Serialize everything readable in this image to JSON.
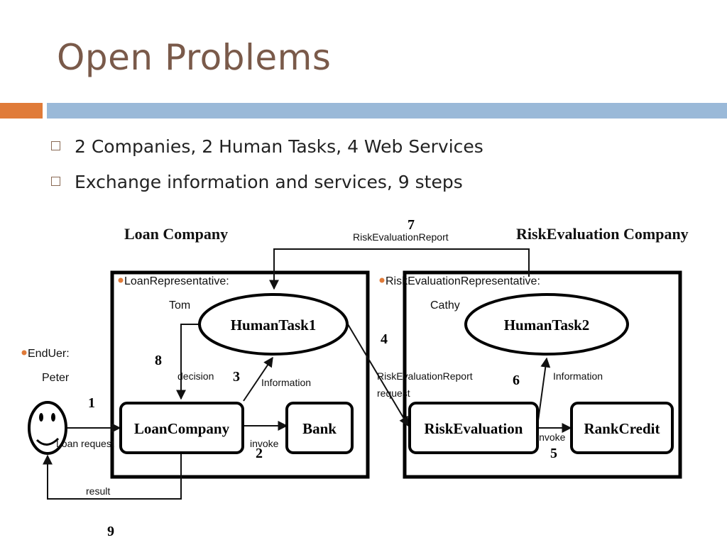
{
  "slide": {
    "title": "Open Problems",
    "bullets": [
      "2 Companies, 2 Human Tasks, 4 Web Services",
      "Exchange information and services, 9 steps"
    ],
    "accent_colors": {
      "title": "#7a5a4a",
      "orange_bar": "#e07b39",
      "blue_bar": "#9ab9d8",
      "role_dot": "#e07b39"
    }
  },
  "diagram": {
    "company_left": "Loan Company",
    "company_right": "RiskEvaluation Company",
    "roles": {
      "loan_rep": "LoanRepresentative:",
      "loan_rep_name": "Tom",
      "risk_rep": "RiskEvaluationRepresentative:",
      "risk_rep_name": "Cathy",
      "end_user": "EndUer:",
      "end_user_name": "Peter"
    },
    "nodes": {
      "humantask1": "HumanTask1",
      "humantask2": "HumanTask2",
      "loancompany": "LoanCompany",
      "bank": "Bank",
      "riskevaluation": "RiskEvaluation",
      "rankcredit": "RankCredit"
    },
    "edge_labels": {
      "risk_report_top": "RiskEvaluationReport",
      "decision": "decision",
      "information_left": "Information",
      "risk_report_request_1": "RiskEvaluationReport",
      "risk_report_request_2": "request",
      "information_right": "Information",
      "loan_request": "Loan request",
      "invoke_left": "invoke",
      "invoke_right": "invoke",
      "result": "result"
    },
    "step_numbers": {
      "s1": "1",
      "s2": "2",
      "s3": "3",
      "s4": "4",
      "s5": "5",
      "s6": "6",
      "s7": "7",
      "s8": "8",
      "s9": "9"
    }
  }
}
